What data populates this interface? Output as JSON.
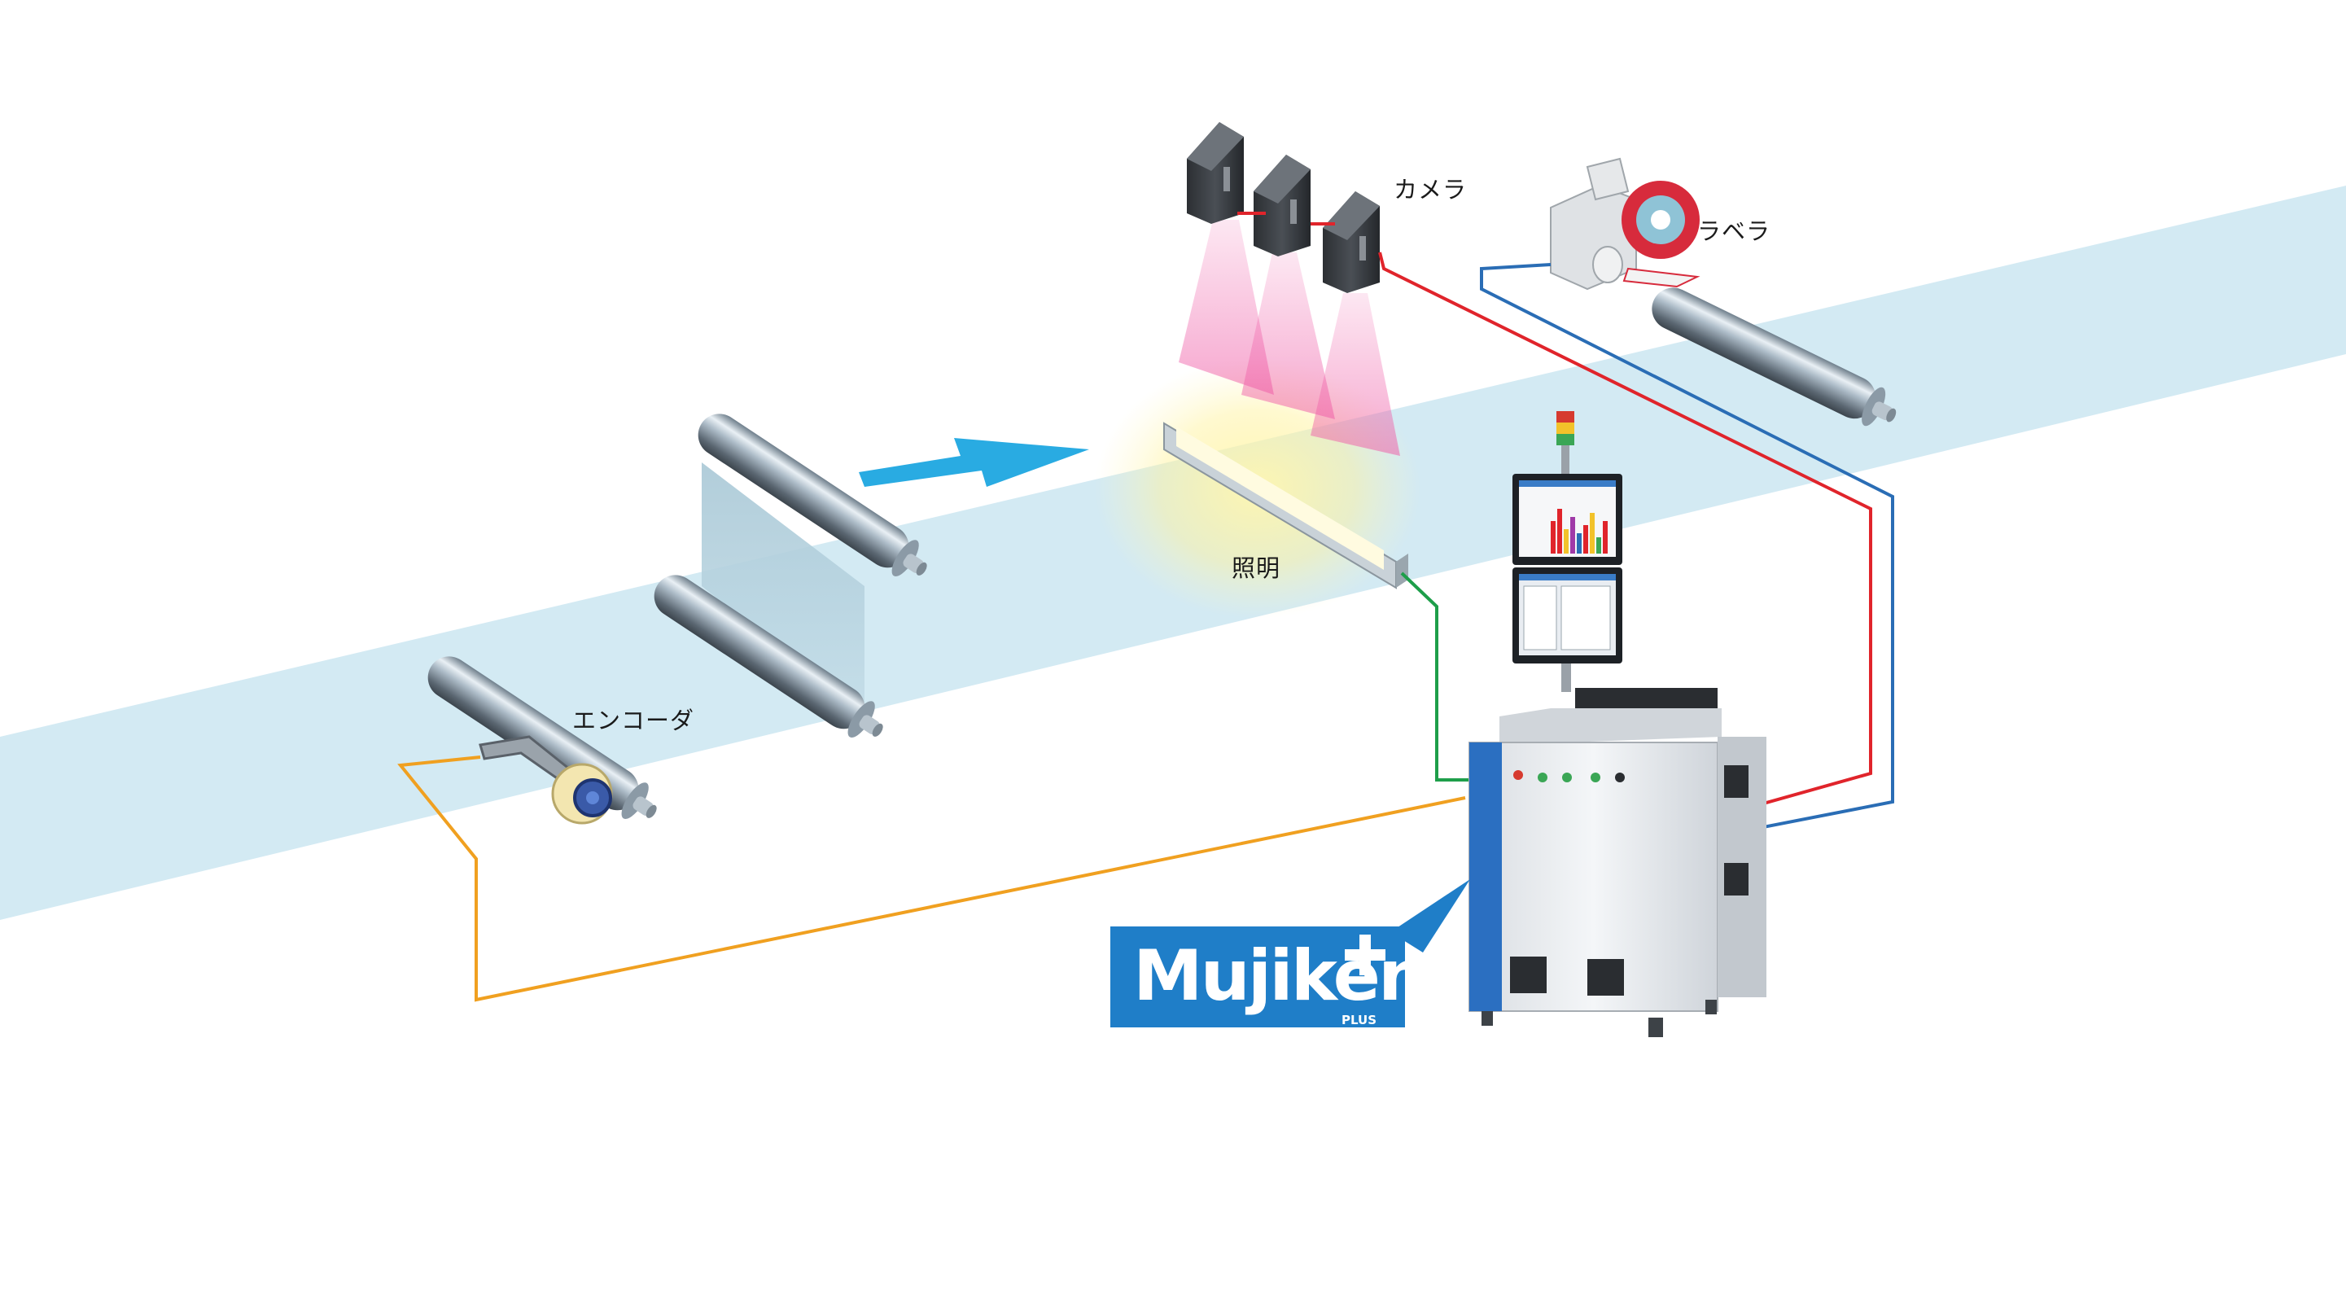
{
  "labels": {
    "encoder": "エンコーダ",
    "lighting": "照明",
    "camera": "カメラ",
    "labeler": "ラベラ"
  },
  "logo": {
    "brand": "Mujiken",
    "sub": "PLUS"
  },
  "colors": {
    "web": "#d3eaf3",
    "flow_arrow": "#29abe2",
    "encoder_cable": "#f0a020",
    "lighting_cable": "#1e9e4a",
    "camera_cable": "#e0242b",
    "labeler_cable": "#2a6db5",
    "logo_bg": "#1f7ec8",
    "machine_accent": "#2b6fc1"
  },
  "icons": [
    "roller-icon",
    "encoder-icon",
    "camera-icon",
    "lighting-bar-icon",
    "labeler-icon",
    "inspection-machine-icon",
    "signal-tower-icon",
    "monitor-icon"
  ]
}
